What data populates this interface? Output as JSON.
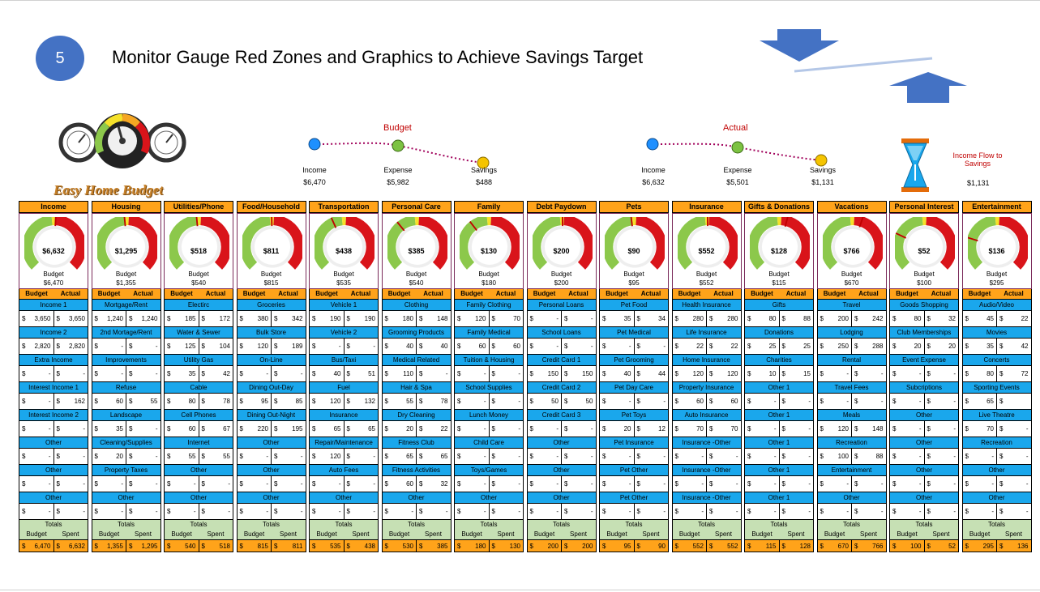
{
  "step_number": "5",
  "page_title": "Monitor Gauge Red Zones and Graphics to Achieve Savings Target",
  "logo_text": "Easy Home Budget",
  "budget_flow": {
    "title": "Budget",
    "nodes": [
      {
        "label": "Income",
        "value": "$6,470"
      },
      {
        "label": "Expense",
        "value": "$5,982"
      },
      {
        "label": "Savings",
        "value": "$488"
      }
    ]
  },
  "actual_flow": {
    "title": "Actual",
    "nodes": [
      {
        "label": "Income",
        "value": "$6,632"
      },
      {
        "label": "Expense",
        "value": "$5,501"
      },
      {
        "label": "Savings",
        "value": "$1,131"
      }
    ]
  },
  "hourglass": {
    "label": "Income Flow  to Savings",
    "value": "$1,131"
  },
  "colors": {
    "header_orange": "#ffa31a",
    "item_blue": "#1aa7ec",
    "totals_green": "#c6e0b4",
    "gauge_red": "#d9141a",
    "gauge_green": "#8cc84b",
    "gauge_yellow": "#f5e12a"
  },
  "labels": {
    "budget": "Budget",
    "actual": "Actual",
    "totals": "Totals",
    "spent": "Spent"
  },
  "columns": [
    {
      "name": "Income",
      "gauge_actual": "$6,632",
      "gauge_budget": "$6,470",
      "gauge_level": 1.02,
      "rows": [
        {
          "label": "Income 1",
          "budget": "3,650",
          "actual": "3,650"
        },
        {
          "label": "Income 2",
          "budget": "2,820",
          "actual": "2,820"
        },
        {
          "label": "Extra Income",
          "budget": "-",
          "actual": "-"
        },
        {
          "label": "Interest Income 1",
          "budget": "-",
          "actual": "162"
        },
        {
          "label": "Interest Income 2",
          "budget": "-",
          "actual": "-"
        },
        {
          "label": "Other",
          "budget": "-",
          "actual": "-"
        },
        {
          "label": "Other",
          "budget": "-",
          "actual": "-"
        },
        {
          "label": "Other",
          "budget": "-",
          "actual": "-"
        }
      ],
      "total_budget": "6,470",
      "total_spent": "6,632"
    },
    {
      "name": "Housing",
      "gauge_actual": "$1,295",
      "gauge_budget": "$1,355",
      "gauge_level": 0.96,
      "rows": [
        {
          "label": "Mortgage/Rent",
          "budget": "1,240",
          "actual": "1,240"
        },
        {
          "label": "2nd Mortage/Rent",
          "budget": "-",
          "actual": "-"
        },
        {
          "label": "Improvements",
          "budget": "-",
          "actual": "-"
        },
        {
          "label": "Refuse",
          "budget": "60",
          "actual": "55"
        },
        {
          "label": "Landscape",
          "budget": "35",
          "actual": "-"
        },
        {
          "label": "Cleaning/Supplies",
          "budget": "20",
          "actual": "-"
        },
        {
          "label": "Property Taxes",
          "budget": "-",
          "actual": "-"
        },
        {
          "label": "Other",
          "budget": "-",
          "actual": "-"
        }
      ],
      "total_budget": "1,355",
      "total_spent": "1,295"
    },
    {
      "name": "Utilities/Phone",
      "gauge_actual": "$518",
      "gauge_budget": "$540",
      "gauge_level": 0.96,
      "rows": [
        {
          "label": "Electirc",
          "budget": "185",
          "actual": "172"
        },
        {
          "label": "Water & Sewer",
          "budget": "125",
          "actual": "104"
        },
        {
          "label": "Utility Gas",
          "budget": "35",
          "actual": "42"
        },
        {
          "label": "Cable",
          "budget": "80",
          "actual": "78"
        },
        {
          "label": "Cell Phones",
          "budget": "60",
          "actual": "67"
        },
        {
          "label": "Internet",
          "budget": "55",
          "actual": "55"
        },
        {
          "label": "Other",
          "budget": "-",
          "actual": "-"
        },
        {
          "label": "Other",
          "budget": "-",
          "actual": "-"
        }
      ],
      "total_budget": "540",
      "total_spent": "518"
    },
    {
      "name": "Food/Household",
      "gauge_actual": "$811",
      "gauge_budget": "$815",
      "gauge_level": 0.99,
      "rows": [
        {
          "label": "Groceries",
          "budget": "380",
          "actual": "342"
        },
        {
          "label": "Bulk Store",
          "budget": "120",
          "actual": "189"
        },
        {
          "label": "On-Line",
          "budget": "-",
          "actual": "-"
        },
        {
          "label": "Dining Out-Day",
          "budget": "95",
          "actual": "85"
        },
        {
          "label": "Dining Out-Night",
          "budget": "220",
          "actual": "195"
        },
        {
          "label": "Other",
          "budget": "-",
          "actual": "-"
        },
        {
          "label": "Other",
          "budget": "-",
          "actual": "-"
        },
        {
          "label": "Other",
          "budget": "-",
          "actual": "-"
        }
      ],
      "total_budget": "815",
      "total_spent": "811"
    },
    {
      "name": "Transportation",
      "gauge_actual": "$438",
      "gauge_budget": "$535",
      "gauge_level": 0.82,
      "rows": [
        {
          "label": "Vehicle 1",
          "budget": "190",
          "actual": "190"
        },
        {
          "label": "Vehicle 2",
          "budget": "-",
          "actual": "-"
        },
        {
          "label": "Bus/Taxi",
          "budget": "40",
          "actual": "51"
        },
        {
          "label": "Fuel",
          "budget": "120",
          "actual": "132"
        },
        {
          "label": "Insurance",
          "budget": "65",
          "actual": "65"
        },
        {
          "label": "Repair/Maintenance",
          "budget": "120",
          "actual": "-"
        },
        {
          "label": "Auto Fees",
          "budget": "-",
          "actual": "-"
        },
        {
          "label": "Other",
          "budget": "-",
          "actual": "-"
        }
      ],
      "total_budget": "535",
      "total_spent": "438"
    },
    {
      "name": "Personal Care",
      "gauge_actual": "$385",
      "gauge_budget": "$540",
      "gauge_level": 0.71,
      "rows": [
        {
          "label": "Clothing",
          "budget": "180",
          "actual": "148"
        },
        {
          "label": "Grooming Products",
          "budget": "40",
          "actual": "40"
        },
        {
          "label": "Medical Related",
          "budget": "110",
          "actual": "-"
        },
        {
          "label": "Hair & Spa",
          "budget": "55",
          "actual": "78"
        },
        {
          "label": "Dry Cleaning",
          "budget": "20",
          "actual": "22"
        },
        {
          "label": "Fitness Club",
          "budget": "65",
          "actual": "65"
        },
        {
          "label": "Fitness Activities",
          "budget": "60",
          "actual": "32"
        },
        {
          "label": "Other",
          "budget": "-",
          "actual": "-"
        }
      ],
      "total_budget": "530",
      "total_spent": "385"
    },
    {
      "name": "Family",
      "gauge_actual": "$130",
      "gauge_budget": "$180",
      "gauge_level": 0.72,
      "rows": [
        {
          "label": "Family Clothing",
          "budget": "120",
          "actual": "70"
        },
        {
          "label": "Family Medical",
          "budget": "60",
          "actual": "60"
        },
        {
          "label": "Tuition & Housing",
          "budget": "-",
          "actual": "-"
        },
        {
          "label": "School Supplies",
          "budget": "-",
          "actual": "-"
        },
        {
          "label": "Lunch Money",
          "budget": "-",
          "actual": "-"
        },
        {
          "label": "Child Care",
          "budget": "-",
          "actual": "-"
        },
        {
          "label": "Toys/Games",
          "budget": "-",
          "actual": "-"
        },
        {
          "label": "Other",
          "budget": "-",
          "actual": "-"
        }
      ],
      "total_budget": "180",
      "total_spent": "130"
    },
    {
      "name": "Debt Paydown",
      "gauge_actual": "$200",
      "gauge_budget": "$200",
      "gauge_level": 1.0,
      "rows": [
        {
          "label": "Personal Loans",
          "budget": "-",
          "actual": "-"
        },
        {
          "label": "School Loans",
          "budget": "-",
          "actual": "-"
        },
        {
          "label": "Credit Card 1",
          "budget": "150",
          "actual": "150"
        },
        {
          "label": "Credit Card 2",
          "budget": "50",
          "actual": "50"
        },
        {
          "label": "Credit Card 3",
          "budget": "-",
          "actual": "-"
        },
        {
          "label": "Other",
          "budget": "-",
          "actual": "-"
        },
        {
          "label": "Other",
          "budget": "-",
          "actual": "-"
        },
        {
          "label": "Other",
          "budget": "-",
          "actual": "-"
        }
      ],
      "total_budget": "200",
      "total_spent": "200"
    },
    {
      "name": "Pets",
      "gauge_actual": "$90",
      "gauge_budget": "$95",
      "gauge_level": 0.95,
      "rows": [
        {
          "label": "Pet Food",
          "budget": "35",
          "actual": "34"
        },
        {
          "label": "Pet Medical",
          "budget": "-",
          "actual": "-"
        },
        {
          "label": "Pet Grooming",
          "budget": "40",
          "actual": "44"
        },
        {
          "label": "Pet Day Care",
          "budget": "-",
          "actual": "-"
        },
        {
          "label": "Pet Toys",
          "budget": "20",
          "actual": "12"
        },
        {
          "label": "Pet Insurance",
          "budget": "-",
          "actual": "-"
        },
        {
          "label": "Pet Other",
          "budget": "-",
          "actual": "-"
        },
        {
          "label": "Pet Other",
          "budget": "-",
          "actual": "-"
        }
      ],
      "total_budget": "95",
      "total_spent": "90"
    },
    {
      "name": "Insurance",
      "gauge_actual": "$552",
      "gauge_budget": "$552",
      "gauge_level": 1.0,
      "rows": [
        {
          "label": "Health Insurance",
          "budget": "280",
          "actual": "280"
        },
        {
          "label": "Life Insurance",
          "budget": "22",
          "actual": "22"
        },
        {
          "label": "Home Insurance",
          "budget": "120",
          "actual": "120"
        },
        {
          "label": "Property Insurance",
          "budget": "60",
          "actual": "60"
        },
        {
          "label": "Auto Insurance",
          "budget": "70",
          "actual": "70"
        },
        {
          "label": "Insurance -Other",
          "budget": "-",
          "actual": "-"
        },
        {
          "label": "Insurance -Other",
          "budget": "-",
          "actual": "-"
        },
        {
          "label": "Insurance -Other",
          "budget": "-",
          "actual": "-"
        }
      ],
      "total_budget": "552",
      "total_spent": "552"
    },
    {
      "name": "Gifts & Donations",
      "gauge_actual": "$128",
      "gauge_budget": "$115",
      "gauge_level": 1.11,
      "rows": [
        {
          "label": "Gifts",
          "budget": "80",
          "actual": "88"
        },
        {
          "label": "Donations",
          "budget": "25",
          "actual": "25"
        },
        {
          "label": "Charities",
          "budget": "10",
          "actual": "15"
        },
        {
          "label": "Other 1",
          "budget": "-",
          "actual": "-"
        },
        {
          "label": "Other 1",
          "budget": "-",
          "actual": "-"
        },
        {
          "label": "Other 1",
          "budget": "-",
          "actual": "-"
        },
        {
          "label": "Other 1",
          "budget": "-",
          "actual": "-"
        },
        {
          "label": "Other 1",
          "budget": "-",
          "actual": "-"
        }
      ],
      "total_budget": "115",
      "total_spent": "128"
    },
    {
      "name": "Vacations",
      "gauge_actual": "$766",
      "gauge_budget": "$670",
      "gauge_level": 1.14,
      "rows": [
        {
          "label": "Travel",
          "budget": "200",
          "actual": "242"
        },
        {
          "label": "Lodging",
          "budget": "250",
          "actual": "288"
        },
        {
          "label": "Rental",
          "budget": "-",
          "actual": "-"
        },
        {
          "label": "Travel Fees",
          "budget": "-",
          "actual": "-"
        },
        {
          "label": "Meals",
          "budget": "120",
          "actual": "148"
        },
        {
          "label": "Recreation",
          "budget": "100",
          "actual": "88"
        },
        {
          "label": "Entertainment",
          "budget": "-",
          "actual": "-"
        },
        {
          "label": "Other",
          "budget": "-",
          "actual": "-"
        }
      ],
      "total_budget": "670",
      "total_spent": "766"
    },
    {
      "name": "Personal Interest",
      "gauge_actual": "$52",
      "gauge_budget": "$100",
      "gauge_level": 0.52,
      "rows": [
        {
          "label": "Goods Shopping",
          "budget": "80",
          "actual": "32"
        },
        {
          "label": "Club Memberships",
          "budget": "20",
          "actual": "20"
        },
        {
          "label": "Event Expense",
          "budget": "-",
          "actual": "-"
        },
        {
          "label": "Subcriptions",
          "budget": "-",
          "actual": "-"
        },
        {
          "label": "Other",
          "budget": "-",
          "actual": "-"
        },
        {
          "label": "Other",
          "budget": "-",
          "actual": "-"
        },
        {
          "label": "Other",
          "budget": "-",
          "actual": "-"
        },
        {
          "label": "Other",
          "budget": "-",
          "actual": "-"
        }
      ],
      "total_budget": "100",
      "total_spent": "52"
    },
    {
      "name": "Entertainment",
      "gauge_actual": "$136",
      "gauge_budget": "$295",
      "gauge_level": 0.46,
      "rows": [
        {
          "label": "Audio/Video",
          "budget": "45",
          "actual": "22"
        },
        {
          "label": "Movies",
          "budget": "35",
          "actual": "42"
        },
        {
          "label": "Concerts",
          "budget": "80",
          "actual": "72"
        },
        {
          "label": "Sporting Events",
          "budget": "65",
          "actual": ""
        },
        {
          "label": "Live Theatre",
          "budget": "70",
          "actual": "-"
        },
        {
          "label": "Recreation",
          "budget": "-",
          "actual": "-"
        },
        {
          "label": "Other",
          "budget": "-",
          "actual": "-"
        },
        {
          "label": "Other",
          "budget": "-",
          "actual": "-"
        }
      ],
      "total_budget": "295",
      "total_spent": "136"
    }
  ]
}
